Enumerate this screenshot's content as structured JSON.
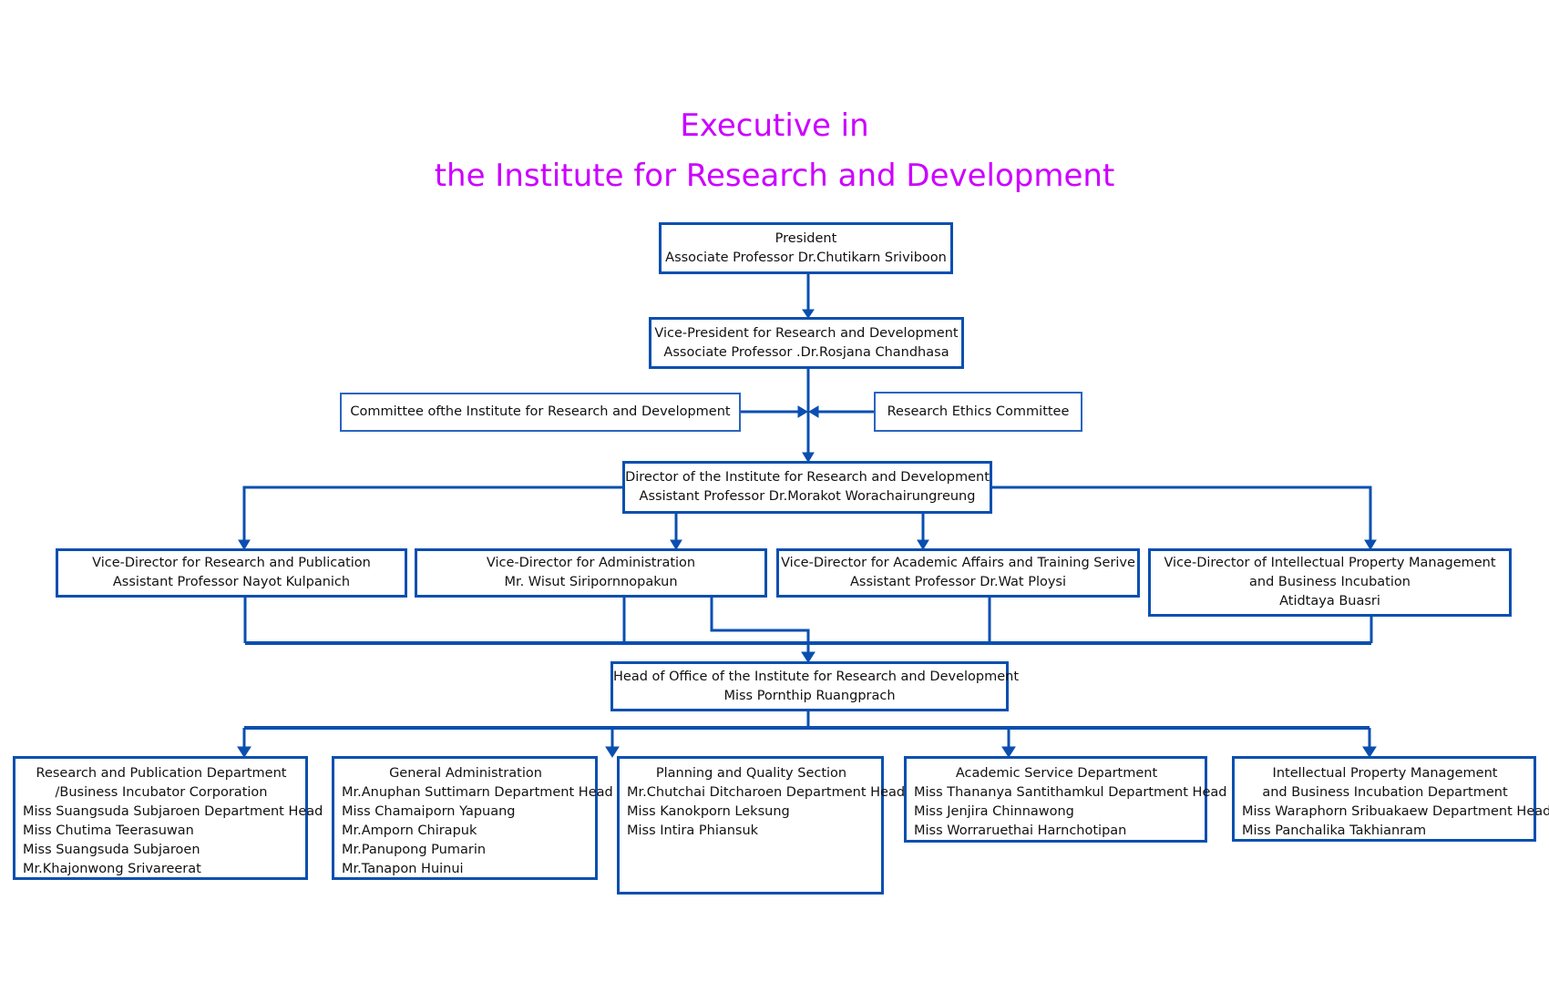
{
  "title": {
    "line1": "Executive in",
    "line2": "the Institute for Research and Development",
    "color": "#cc00ff"
  },
  "connector_color": "#0a4fb0",
  "president": {
    "role": "President",
    "name": "Associate Professor Dr.Chutikarn Sriviboon"
  },
  "vice_president": {
    "role": "Vice-President for Research and Development",
    "name": "Associate Professor .Dr.Rosjana Chandhasa"
  },
  "committees": {
    "institute_committee": "Committee ofthe Institute for Research and Development",
    "ethics_committee": "Research Ethics Committee"
  },
  "director": {
    "role": "Director of the Institute for Research and Development",
    "name": "Assistant Professor Dr.Morakot Worachairungreung"
  },
  "vice_directors": [
    {
      "role": "Vice-Director for Research and Publication",
      "name": "Assistant Professor Nayot Kulpanich"
    },
    {
      "role": "Vice-Director for Administration",
      "name": "Mr. Wisut Siripornnopakun"
    },
    {
      "role": "Vice-Director for Academic Affairs and Training Serive",
      "name": "Assistant Professor Dr.Wat Ploysi"
    },
    {
      "role": "Vice-Director of Intellectual Property Management",
      "role2": "and Business Incubation",
      "name": "Atidtaya Buasri"
    }
  ],
  "head_of_office": {
    "role": "Head of Office of the Institute for Research and Development",
    "name": "Miss Pornthip Ruangprach"
  },
  "departments": [
    {
      "title": [
        "Research and Publication Department",
        "/Business Incubator Corporation"
      ],
      "members": [
        "Miss Suangsuda Subjaroen Department Head",
        "Miss Chutima Teerasuwan",
        "Miss Suangsuda Subjaroen",
        "Mr.Khajonwong Srivareerat"
      ]
    },
    {
      "title": [
        "General Administration"
      ],
      "members": [
        "Mr.Anuphan Suttimarn Department Head",
        "Miss Chamaiporn Yapuang",
        "Mr.Amporn Chirapuk",
        "Mr.Panupong Pumarin",
        "Mr.Tanapon Huinui"
      ]
    },
    {
      "title": [
        "Planning and Quality Section"
      ],
      "members": [
        "Mr.Chutchai Ditcharoen Department Head",
        "Miss Kanokporn Leksung",
        "Miss Intira Phiansuk"
      ]
    },
    {
      "title": [
        "Academic Service Department"
      ],
      "members": [
        "Miss Thananya Santithamkul Department Head",
        "Miss Jenjira Chinnawong",
        "Miss Worraruethai Harnchotipan"
      ]
    },
    {
      "title": [
        "Intellectual Property Management",
        "and Business Incubation Department"
      ],
      "members": [
        "Miss Waraphorn Sribuakaew Department Head",
        "Miss Panchalika Takhianram"
      ]
    }
  ]
}
